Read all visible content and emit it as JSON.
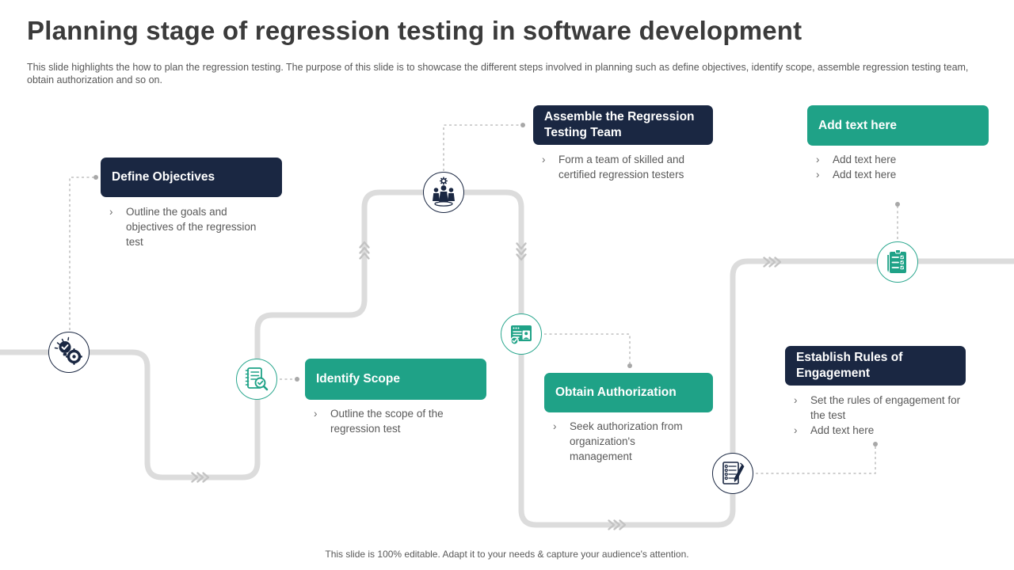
{
  "slide": {
    "title": "Planning stage of regression testing in software development",
    "subtitle": "This slide highlights the how to plan the regression testing. The purpose of this slide is to showcase the different steps involved in planning such as define objectives, identify scope, assemble regression testing team, obtain authorization and so on.",
    "footer": "This slide is 100% editable. Adapt it to your needs & capture your audience's attention."
  },
  "bullet_char": "›",
  "colors": {
    "navy": "#1a2742",
    "teal": "#1fa287",
    "path_gray": "#dcdcdc",
    "chevron_gray": "#c3c3c3",
    "connector_gray": "#b3b3b3",
    "text_gray": "#595959",
    "title_gray": "#3b3b3b"
  },
  "steps": [
    {
      "label": "Define Objectives",
      "style": "navy",
      "icon": "bulb-check-target-icon",
      "bullets": [
        "Outline the goals and objectives of the regression test"
      ]
    },
    {
      "label": "Identify Scope",
      "style": "teal",
      "icon": "notebook-magnifier-icon",
      "bullets": [
        "Outline the scope of the regression test"
      ]
    },
    {
      "label": "Assemble the Regression Testing Team",
      "style": "navy",
      "icon": "team-gear-icon",
      "bullets": [
        "Form a team of skilled and certified regression testers"
      ]
    },
    {
      "label": "Obtain Authorization",
      "style": "teal",
      "icon": "authorization-card-check-icon",
      "bullets": [
        "Seek authorization from organization's management"
      ]
    },
    {
      "label": "Add text here",
      "style": "teal",
      "icon": "clipboard-checklist-icon",
      "bullets": [
        "Add text here",
        "Add text here"
      ]
    },
    {
      "label": "Establish Rules of Engagement",
      "style": "navy",
      "icon": "document-pen-icon",
      "bullets": [
        "Set the rules of engagement for the test",
        "Add text here"
      ]
    }
  ]
}
